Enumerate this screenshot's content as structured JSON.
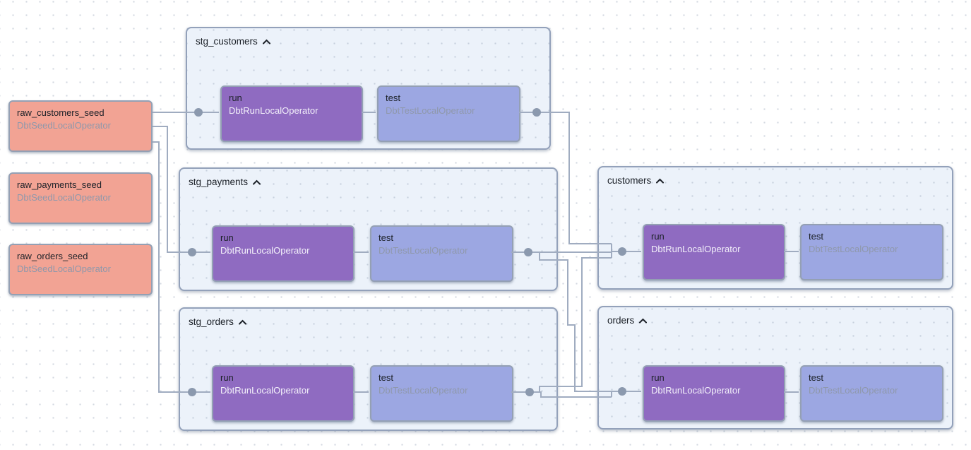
{
  "view": {
    "name": "airflow-dag-graph"
  },
  "colors": {
    "canvas-bg": "#ffffff",
    "grid-dot": "#d2d8e0",
    "group-bg": "#ecf2fa",
    "group-border": "#93a1ba",
    "group-grid-dot": "#c7d0dd",
    "node-border": "#94a0b4",
    "seed-bg": "#f2a394",
    "run-bg": "#8f6bc1",
    "test-bg": "#9ca7e2",
    "title-text": "#1c2128",
    "muted-text": "#8f98ab",
    "run-subtitle-text": "#f3f0fa",
    "edge": "#a0acc0",
    "edge-dot": "#8b99ae"
  },
  "seeds": [
    {
      "label": "raw_customers_seed",
      "operator": "DbtSeedLocalOperator"
    },
    {
      "label": "raw_payments_seed",
      "operator": "DbtSeedLocalOperator"
    },
    {
      "label": "raw_orders_seed",
      "operator": "DbtSeedLocalOperator"
    }
  ],
  "groups": [
    {
      "label": "stg_customers",
      "collapse_icon": "chevron-up",
      "tasks": [
        {
          "label": "run",
          "operator": "DbtRunLocalOperator"
        },
        {
          "label": "test",
          "operator": "DbtTestLocalOperator"
        }
      ]
    },
    {
      "label": "stg_payments",
      "collapse_icon": "chevron-up",
      "tasks": [
        {
          "label": "run",
          "operator": "DbtRunLocalOperator"
        },
        {
          "label": "test",
          "operator": "DbtTestLocalOperator"
        }
      ]
    },
    {
      "label": "stg_orders",
      "collapse_icon": "chevron-up",
      "tasks": [
        {
          "label": "run",
          "operator": "DbtRunLocalOperator"
        },
        {
          "label": "test",
          "operator": "DbtTestLocalOperator"
        }
      ]
    },
    {
      "label": "customers",
      "collapse_icon": "chevron-up",
      "tasks": [
        {
          "label": "run",
          "operator": "DbtRunLocalOperator"
        },
        {
          "label": "test",
          "operator": "DbtTestLocalOperator"
        }
      ]
    },
    {
      "label": "orders",
      "collapse_icon": "chevron-up",
      "tasks": [
        {
          "label": "run",
          "operator": "DbtRunLocalOperator"
        },
        {
          "label": "test",
          "operator": "DbtTestLocalOperator"
        }
      ]
    }
  ],
  "edges": [
    {
      "from": "raw_customers_seed",
      "to": "stg_customers"
    },
    {
      "from": "raw_customers_seed",
      "to": "stg_payments"
    },
    {
      "from": "raw_customers_seed",
      "to": "stg_orders"
    },
    {
      "from": "stg_customers.run",
      "to": "stg_customers.test"
    },
    {
      "from": "stg_payments.run",
      "to": "stg_payments.test"
    },
    {
      "from": "stg_orders.run",
      "to": "stg_orders.test"
    },
    {
      "from": "stg_customers",
      "to": "customers"
    },
    {
      "from": "stg_payments",
      "to": "customers"
    },
    {
      "from": "stg_payments",
      "to": "orders"
    },
    {
      "from": "stg_orders",
      "to": "customers"
    },
    {
      "from": "stg_orders",
      "to": "orders"
    },
    {
      "from": "customers.run",
      "to": "customers.test"
    },
    {
      "from": "orders.run",
      "to": "orders.test"
    }
  ]
}
